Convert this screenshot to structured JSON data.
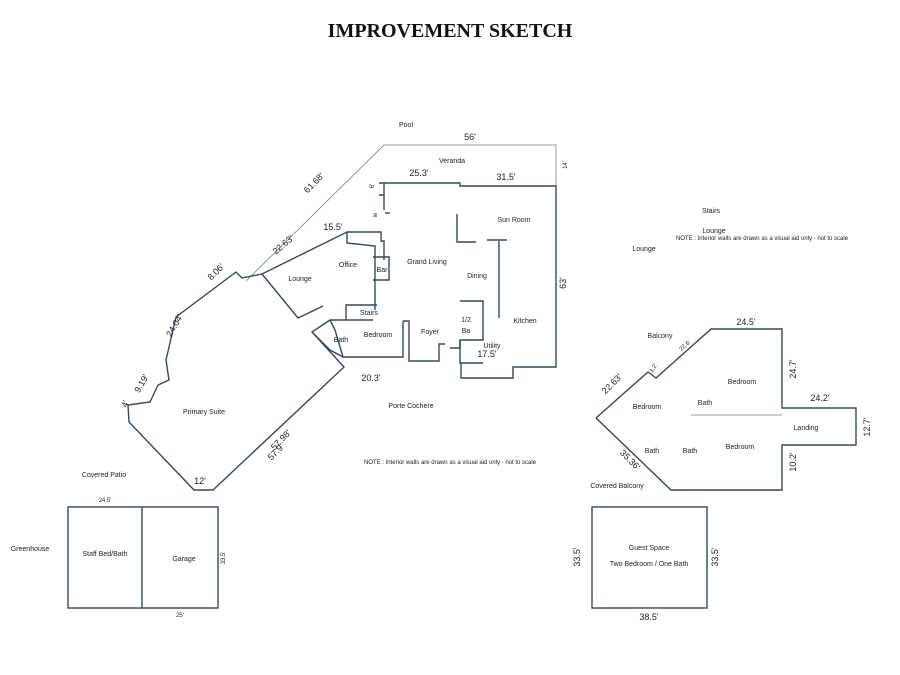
{
  "title": "IMPROVEMENT SKETCH",
  "main_house": {
    "rooms": {
      "pool": "Pool",
      "veranda": "Veranda",
      "sun_room": "Sun Room",
      "grand_living": "Grand Living",
      "dining": "Dining",
      "office": "Office",
      "lounge": "Lounge",
      "bar": "Bar",
      "stairs": "Stairs",
      "bedroom": "Bedroom",
      "bath": "Bath",
      "foyer": "Foyer",
      "half_bath_top": "1/2",
      "half_bath_bottom": "Ba",
      "utility": "Utility",
      "kitchen": "Kitchen",
      "porte_cochere": "Porte Cochere",
      "primary_suite": "Primary Suite",
      "wet_bar_mark": "ie"
    },
    "dims": {
      "d56": "56'",
      "d14": "14'",
      "d25_3": "25.3'",
      "d31_5": "31.5'",
      "d6": "6'",
      "d61_68": "61.68'",
      "d15_5": "15.5'",
      "d22_63": "22.63'",
      "d63": "63'",
      "d8_06": "8.06'",
      "d24_04": "24.04'",
      "d9_19": "9.19'",
      "d4": "4'",
      "d17_5": "17.5'",
      "d20_3": "20.3'",
      "d57_98": "57.98'",
      "d57_9": "57.9'",
      "d12": "12'"
    },
    "note": "NOTE : Interior walls are drawn as a visual aid only - not to scale"
  },
  "upper_level": {
    "rooms": {
      "stairs": "Stairs",
      "lounge_a": "Lounge",
      "lounge_b": "Lounge",
      "balcony": "Balcony",
      "bedroom_1": "Bedroom",
      "bedroom_2": "Bedroom",
      "bedroom_3": "Bedroom",
      "bath_1": "Bath",
      "bath_2": "Bath",
      "bath_3": "Bath",
      "landing": "Landing",
      "covered_balcony": "Covered Balcony"
    },
    "dims": {
      "d24_5": "24.5'",
      "d24_7": "24.7'",
      "d24_2": "24.2'",
      "d12_7": "12.7'",
      "d10_2": "10.2'",
      "d22_63": "22.63'",
      "d35_36": "35.36'",
      "d22_6": "22.6'",
      "d1_2": "1.2'"
    },
    "note": "NOTE : Interior walls are drawn as a visual aid only - not to scale"
  },
  "outbuilding": {
    "covered_patio": "Covered Patio",
    "greenhouse": "Greenhouse",
    "staff": "Staff Bed/Bath",
    "garage": "Garage",
    "d24_5": "24.5'",
    "d25": "25'",
    "d33_5": "33.5'"
  },
  "guest": {
    "line1": "Guest Space",
    "line2": "Two Bedroom / One Bath",
    "d33_5_left": "33.5'",
    "d33_5_right": "33.5'",
    "d38_5": "38.5'"
  }
}
